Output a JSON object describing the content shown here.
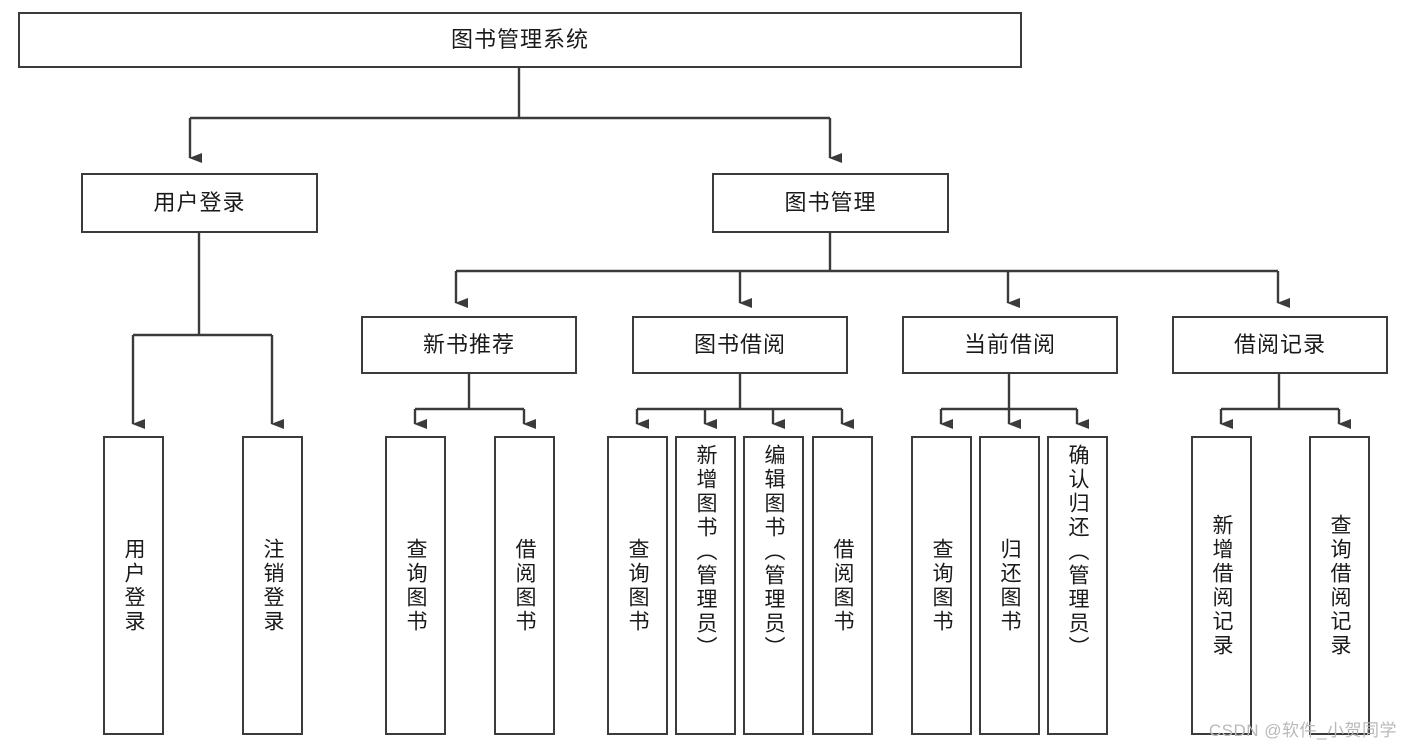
{
  "diagram": {
    "title": "图书管理系统",
    "watermark": "CSDN @软件_小贺同学",
    "colors": {
      "box_border": "#3b3b3b",
      "box_fill": "#ffffff",
      "edge": "#3b3b3b",
      "text": "#1a1a1a",
      "watermark": "#b9b9b9"
    },
    "root": {
      "label": "图书管理系统"
    },
    "level1": [
      {
        "label": "用户登录"
      },
      {
        "label": "图书管理"
      }
    ],
    "level2": [
      {
        "label": "新书推荐"
      },
      {
        "label": "图书借阅"
      },
      {
        "label": "当前借阅"
      },
      {
        "label": "借阅记录"
      }
    ],
    "leaves": {
      "user_login": [
        {
          "label": "用户登录"
        },
        {
          "label": "注销登录"
        }
      ],
      "new_book_recommend": [
        {
          "label": "查询图书"
        },
        {
          "label": "借阅图书"
        }
      ],
      "book_borrow": [
        {
          "label": "查询图书"
        },
        {
          "label": "新增图书（管理员）"
        },
        {
          "label": "编辑图书（管理员）"
        },
        {
          "label": "借阅图书"
        }
      ],
      "current_borrow": [
        {
          "label": "查询图书"
        },
        {
          "label": "归还图书"
        },
        {
          "label": "确认归还（管理员）"
        }
      ],
      "borrow_record": [
        {
          "label": "新增借阅记录"
        },
        {
          "label": "查询借阅记录"
        }
      ]
    }
  }
}
